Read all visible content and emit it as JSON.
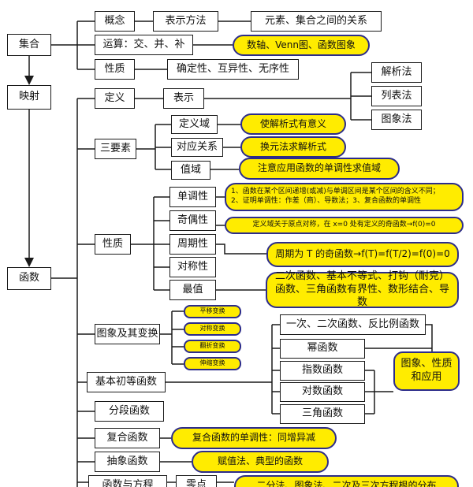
{
  "nodes": {
    "jihe": "集合",
    "yingshe": "映射",
    "hanshu": "函数",
    "gainian": "概念",
    "biaoshi_fangfa": "表示方法",
    "yuansu_guanxi": "元素、集合之间的关系",
    "yunsuan": "运算：交、并、补",
    "shuzhou": "数轴、Venn图、函数图象",
    "xingzhi_jihe": "性质",
    "queding": "确定性、互异性、无序性",
    "dingyi": "定义",
    "biaoshi": "表示",
    "jiexifa": "解析法",
    "liebiaofa": "列表法",
    "tuxiangfa": "图象法",
    "sanyaosu": "三要素",
    "dingyiyu": "定义域",
    "jiexishi_youyiyi": "使解析式有意义",
    "duiying": "对应关系",
    "huanyuan": "换元法求解析式",
    "zhiyu": "值域",
    "zhuyi": "注意应用函数的单调性求值域",
    "xingzhi_hanshu": "性质",
    "dandiao": "单调性",
    "dandiao_note_1": "1、函数在某个区间递增(或减)与单调区间是某个区间的含义不同；",
    "dandiao_note_2": "2、证明单调性：作差（商）、导数法；3、复合函数的单调性",
    "jiou": "奇偶性",
    "jiou_note": "定义域关于原点对称，在 x=0 处有定义的奇函数→f(0)=0",
    "zhouqi": "周期性",
    "zhouqi_note": "周期为 T 的奇函数→f(T)=f(T/2)=f(0)=0",
    "duicheng": "对称性",
    "zuizhi": "最值",
    "zuizhi_note": "二次函数、基本不等式、打钩（耐克）函数、三角函数有界性、数形结合、导数",
    "tuxiang_bianhuan": "图象及其变换",
    "pingyi": "平移变换",
    "duichen_bianhuan": "对称变换",
    "fanzhe": "翻折变换",
    "shensuo": "伸缩变换",
    "jiben_chudeng": "基本初等函数",
    "yici_erci": "一次、二次函数、反比例函数",
    "mihanshu": "幂函数",
    "zhishu": "指数函数",
    "duishu": "对数函数",
    "sanjiao": "三角函数",
    "tuxiang_xingzhi": "图象、性质和应用",
    "fenduan": "分段函数",
    "fuhe": "复合函数",
    "fuhe_note": "复合函数的单调性：同增异减",
    "chouxiang": "抽象函数",
    "chouxiang_note": "赋值法、典型的函数",
    "fangcheng": "函数与方程",
    "lingdian": "零点",
    "lingdian_note": "二分法、图象法、二次及三次方程根的分布"
  },
  "colors": {
    "pill_fill": "#ffec00",
    "pill_border": "#2c2c8a",
    "line": "#1a1a1a"
  }
}
